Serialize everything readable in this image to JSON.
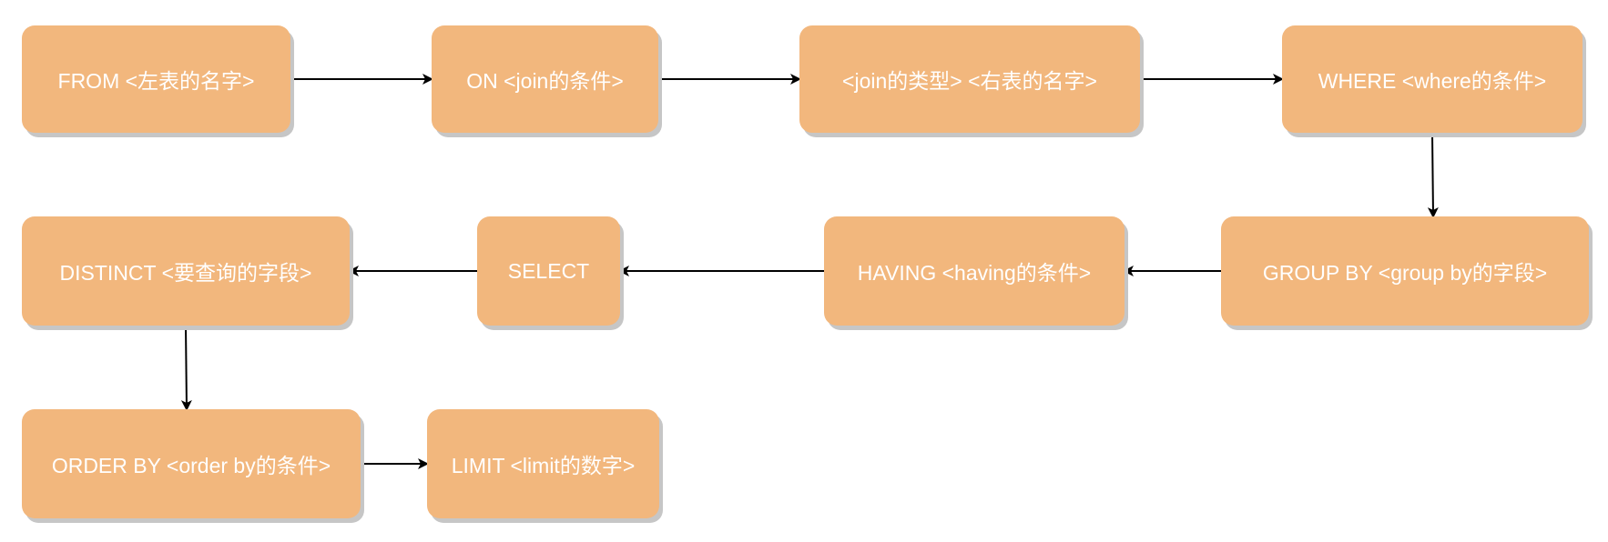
{
  "colors": {
    "node_fill": "#f2b77d",
    "node_text": "#ffffff",
    "edge": "#000000"
  },
  "nodes": {
    "from": "FROM <左表的名字>",
    "on": "ON <join的条件>",
    "join_type": "<join的类型> <右表的名字>",
    "where": "WHERE <where的条件>",
    "group_by": "GROUP BY <group by的字段>",
    "having": "HAVING <having的条件>",
    "select": "SELECT",
    "distinct": "DISTINCT <要查询的字段>",
    "order_by": "ORDER BY <order by的条件>",
    "limit": "LIMIT <limit的数字>"
  },
  "edges": [
    [
      "from",
      "on"
    ],
    [
      "on",
      "join_type"
    ],
    [
      "join_type",
      "where"
    ],
    [
      "where",
      "group_by"
    ],
    [
      "group_by",
      "having"
    ],
    [
      "having",
      "select"
    ],
    [
      "select",
      "distinct"
    ],
    [
      "distinct",
      "order_by"
    ],
    [
      "order_by",
      "limit"
    ]
  ]
}
